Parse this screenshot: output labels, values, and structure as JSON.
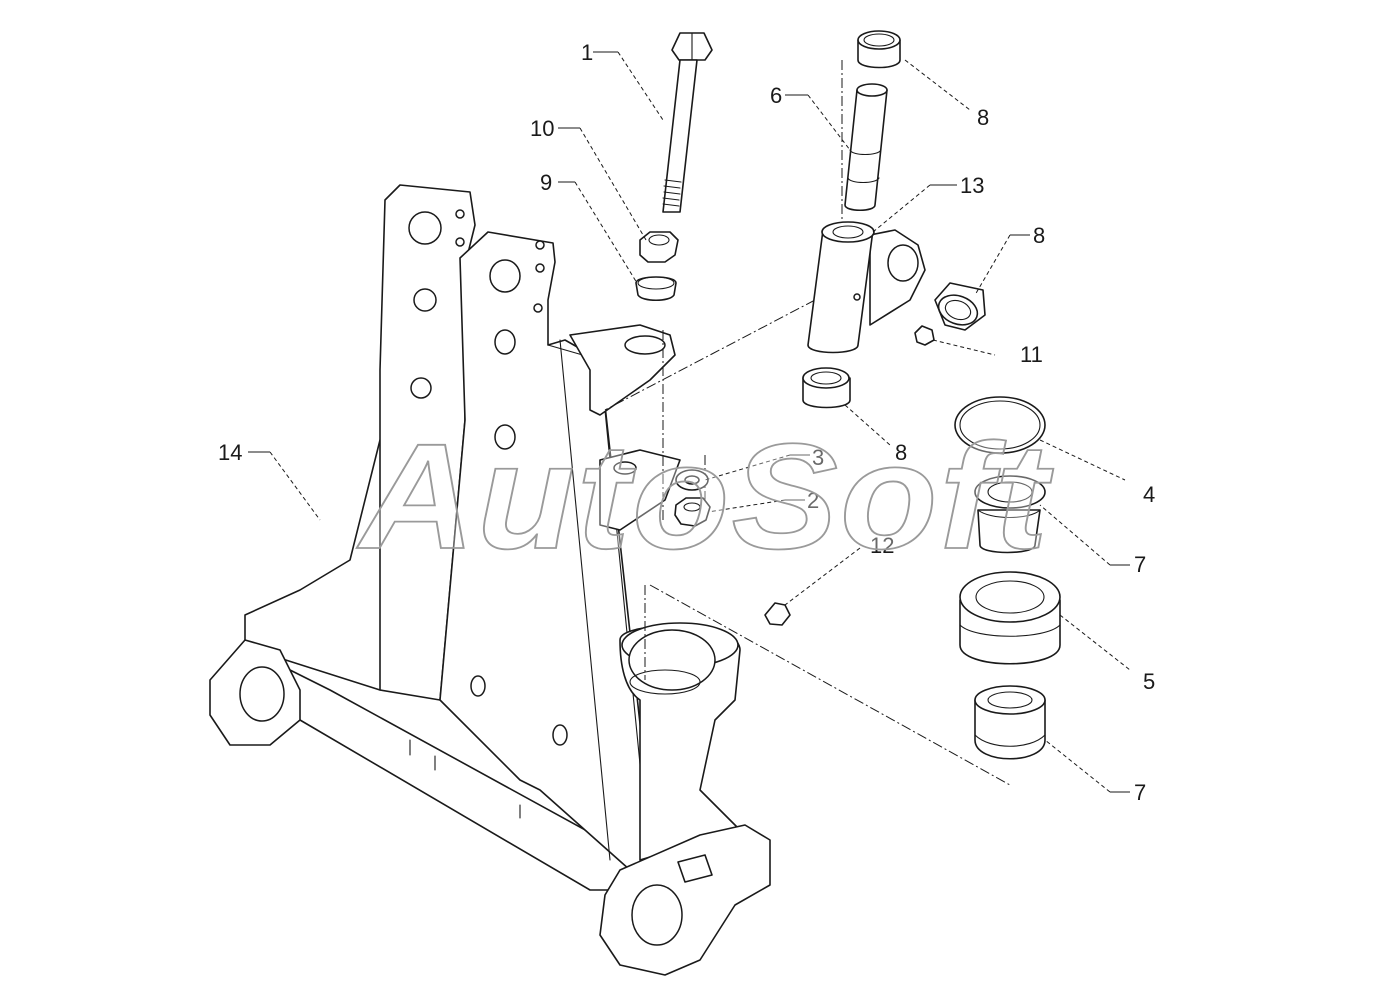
{
  "diagram": {
    "watermark": "AutoSoft",
    "callouts": {
      "c1": "1",
      "c2": "2",
      "c3": "3",
      "c4": "4",
      "c5": "5",
      "c6": "6",
      "c7a": "7",
      "c7b": "7",
      "c8a": "8",
      "c8b": "8",
      "c8c": "8",
      "c9": "9",
      "c10": "10",
      "c11": "11",
      "c12": "12",
      "c13": "13",
      "c14": "14"
    }
  }
}
